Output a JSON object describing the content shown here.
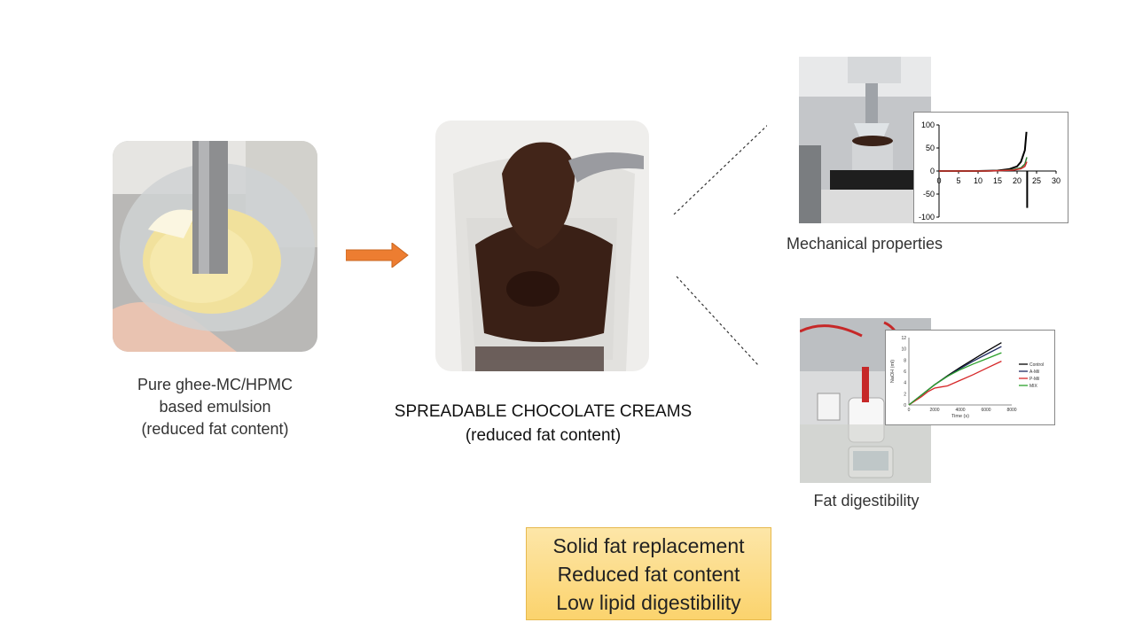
{
  "emulsion": {
    "caption_lines": [
      "Pure ghee-MC/HPMC",
      "based emulsion",
      "(reduced fat content)"
    ]
  },
  "product": {
    "caption_lines": [
      "SPREADABLE CHOCOLATE CREAMS",
      "(reduced fat content)"
    ]
  },
  "mechanical": {
    "caption": "Mechanical properties"
  },
  "digestibility": {
    "caption": "Fat digestibility"
  },
  "summary": {
    "lines": [
      "Solid fat replacement",
      "Reduced fat content",
      "Low lipid digestibility"
    ]
  },
  "colors": {
    "arrow": "#ed7d31",
    "box_fill": "#fcd97a",
    "box_border": "#e7b94e",
    "ghee": "#f3e3a0",
    "chocolate": "#3d2218"
  },
  "chart_data": [
    {
      "type": "line",
      "x_ticks": [
        "0",
        "5",
        "10",
        "15",
        "20",
        "25",
        "30"
      ],
      "y_ticks": [
        "100",
        "50",
        "0",
        "-50",
        "-100"
      ],
      "xlim": [
        0,
        30
      ],
      "ylim": [
        -100,
        100
      ],
      "series": [
        {
          "color": "#000000",
          "x": [
            0,
            10,
            15,
            18,
            20,
            21,
            22,
            22.4
          ],
          "y": [
            0,
            0,
            1,
            4,
            10,
            20,
            45,
            85
          ]
        },
        {
          "color": "#2e7d32",
          "x": [
            0,
            12,
            16,
            19,
            21,
            22,
            22.5
          ],
          "y": [
            0,
            0,
            1,
            3,
            7,
            15,
            30
          ]
        },
        {
          "color": "#d32f2f",
          "x": [
            0,
            12,
            16,
            19,
            21,
            22,
            22.5
          ],
          "y": [
            0,
            0,
            1,
            2,
            5,
            10,
            20
          ]
        },
        {
          "color": "#000000",
          "x": [
            22.6,
            22.6
          ],
          "y": [
            0,
            -80
          ]
        }
      ]
    },
    {
      "type": "line",
      "xlabel": "Time (s)",
      "ylabel": "NaOH (ml)",
      "x_ticks": [
        "0",
        "2000",
        "4000",
        "6000",
        "8000"
      ],
      "y_ticks": [
        "0",
        "2",
        "4",
        "6",
        "8",
        "10",
        "12"
      ],
      "xlim": [
        0,
        8000
      ],
      "ylim": [
        0,
        12
      ],
      "series": [
        {
          "name": "Control",
          "color": "#000000",
          "x": [
            0,
            1000,
            2000,
            3000,
            4000,
            5000,
            6000,
            7200
          ],
          "y": [
            0,
            1.8,
            3.6,
            5.2,
            6.7,
            8.1,
            9.5,
            11.1
          ]
        },
        {
          "name": "A-Mil",
          "color": "#1f2a60",
          "x": [
            0,
            1000,
            2000,
            3000,
            4000,
            5000,
            6000,
            7200
          ],
          "y": [
            0,
            1.8,
            3.6,
            5.1,
            6.5,
            7.8,
            9.0,
            10.4
          ]
        },
        {
          "name": "P-Mil",
          "color": "#d62728",
          "x": [
            0,
            1000,
            1500,
            2000,
            2500,
            3000,
            4000,
            5000,
            6000,
            7200
          ],
          "y": [
            0,
            1.5,
            2.4,
            3.0,
            3.2,
            3.4,
            4.4,
            5.4,
            6.5,
            7.8
          ]
        },
        {
          "name": "MIX",
          "color": "#2ca02c",
          "x": [
            0,
            1000,
            2000,
            3000,
            4000,
            5000,
            6000,
            7200
          ],
          "y": [
            0,
            1.8,
            3.6,
            5.1,
            6.3,
            7.3,
            8.2,
            9.3
          ]
        }
      ]
    }
  ]
}
